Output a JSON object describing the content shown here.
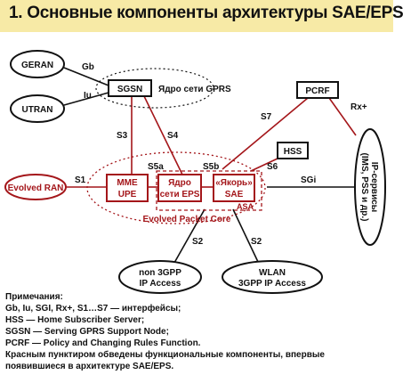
{
  "title": "1. Основные компоненты архитектуры SAE/EPS",
  "colors": {
    "accent": "#a4161a",
    "header_bg": "#f7eaa6",
    "line": "#111111"
  },
  "nodes": {
    "geran": "GERAN",
    "utran": "UTRAN",
    "sgsn": "SGSN",
    "gprs_core": "Ядро сети GPRS",
    "pcrf": "PCRF",
    "hss": "HSS",
    "evolved_ran": "Evolved RAN",
    "mme_line1": "MME",
    "mme_line2": "UPE",
    "core_line1": "Ядро",
    "core_line2": "сети EPS",
    "anchor_line1": "«Якорь»",
    "anchor_line2": "SAE",
    "asa": "ASA",
    "epc": "Evolved Packet Core",
    "ip_services_line1": "IP-сервисы",
    "ip_services_line2": "(IMS, PSS и др.)",
    "non3gpp_line1": "non 3GPP",
    "non3gpp_line2": "IP Access",
    "wlan_line1": "WLAN",
    "wlan_line2": "3GPP IP Access"
  },
  "interfaces": {
    "gb": "Gb",
    "iu": "Iu",
    "s3": "S3",
    "s4": "S4",
    "s7": "S7",
    "rx": "Rx+",
    "s6": "S6",
    "s1": "S1",
    "s5a": "S5a",
    "s5b": "S5b",
    "sgi": "SGi",
    "s2a": "S2",
    "s2b": "S2"
  },
  "notes": {
    "heading": "Примечания:",
    "lines": [
      "Gb, Iu, SGI, Rx+, S1…S7 — интерфейсы;",
      "HSS — Home Subscriber Server;",
      "SGSN — Serving GPRS Support Node;",
      "PCRF — Policy and Changing Rules Function.",
      "Красным пунктиром обведены функциональные компоненты, впервые",
      "появившиеся в архитектуре SAE/EPS."
    ]
  }
}
